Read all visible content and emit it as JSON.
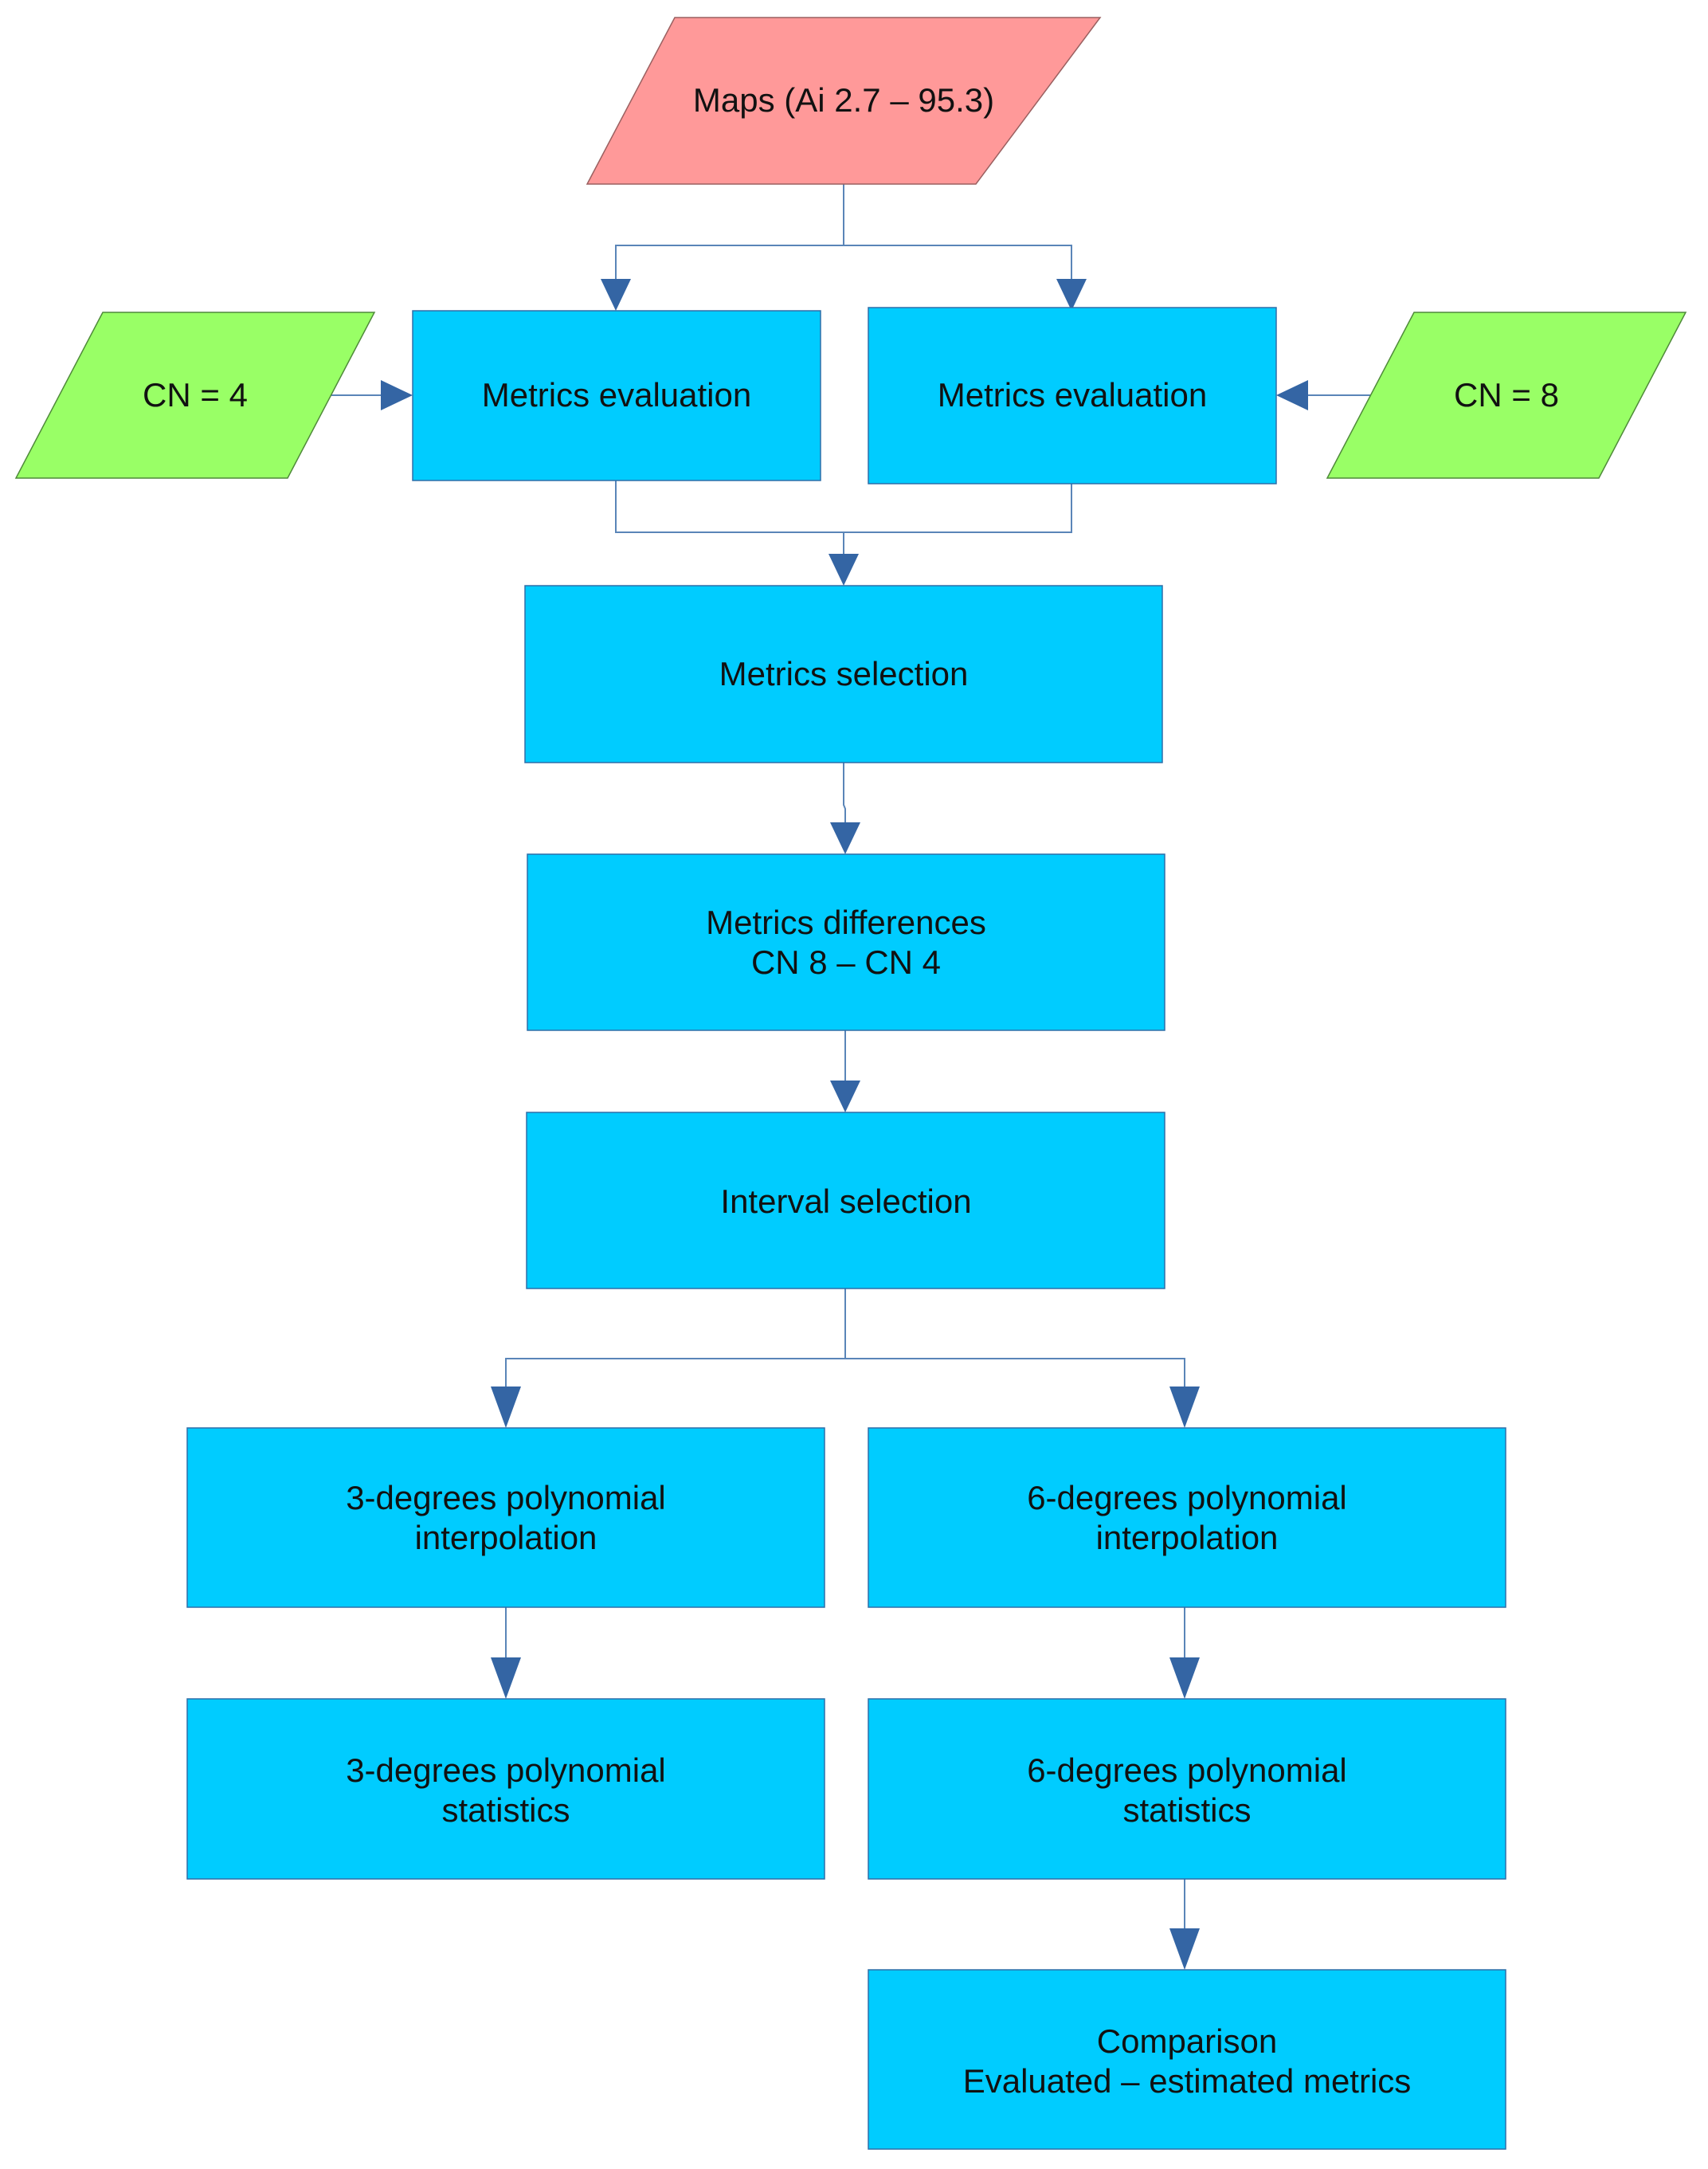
{
  "colors": {
    "process_fill": "#00ccff",
    "source_fill": "#ff9999",
    "param_fill": "#99ff66",
    "connector": "#5a85b8",
    "arrow": "#3465a4"
  },
  "nodes": {
    "maps": {
      "text": "Maps (Ai 2.7 – 95.3)"
    },
    "cn4": {
      "text": "CN = 4"
    },
    "cn8": {
      "text": "CN = 8"
    },
    "metrics_eval_left": {
      "text": "Metrics evaluation"
    },
    "metrics_eval_right": {
      "text": "Metrics evaluation"
    },
    "metrics_selection": {
      "text": "Metrics selection"
    },
    "metrics_differences": {
      "line1": "Metrics differences",
      "line2": "CN 8 – CN 4"
    },
    "interval_selection": {
      "text": "Interval selection"
    },
    "poly3_interp": {
      "line1": "3-degrees polynomial",
      "line2": "interpolation"
    },
    "poly6_interp": {
      "line1": "6-degrees polynomial",
      "line2": "interpolation"
    },
    "poly3_stats": {
      "line1": "3-degrees polynomial",
      "line2": "statistics"
    },
    "poly6_stats": {
      "line1": "6-degrees polynomial",
      "line2": "statistics"
    },
    "comparison": {
      "line1": "Comparison",
      "line2": "Evaluated – estimated metrics"
    }
  }
}
